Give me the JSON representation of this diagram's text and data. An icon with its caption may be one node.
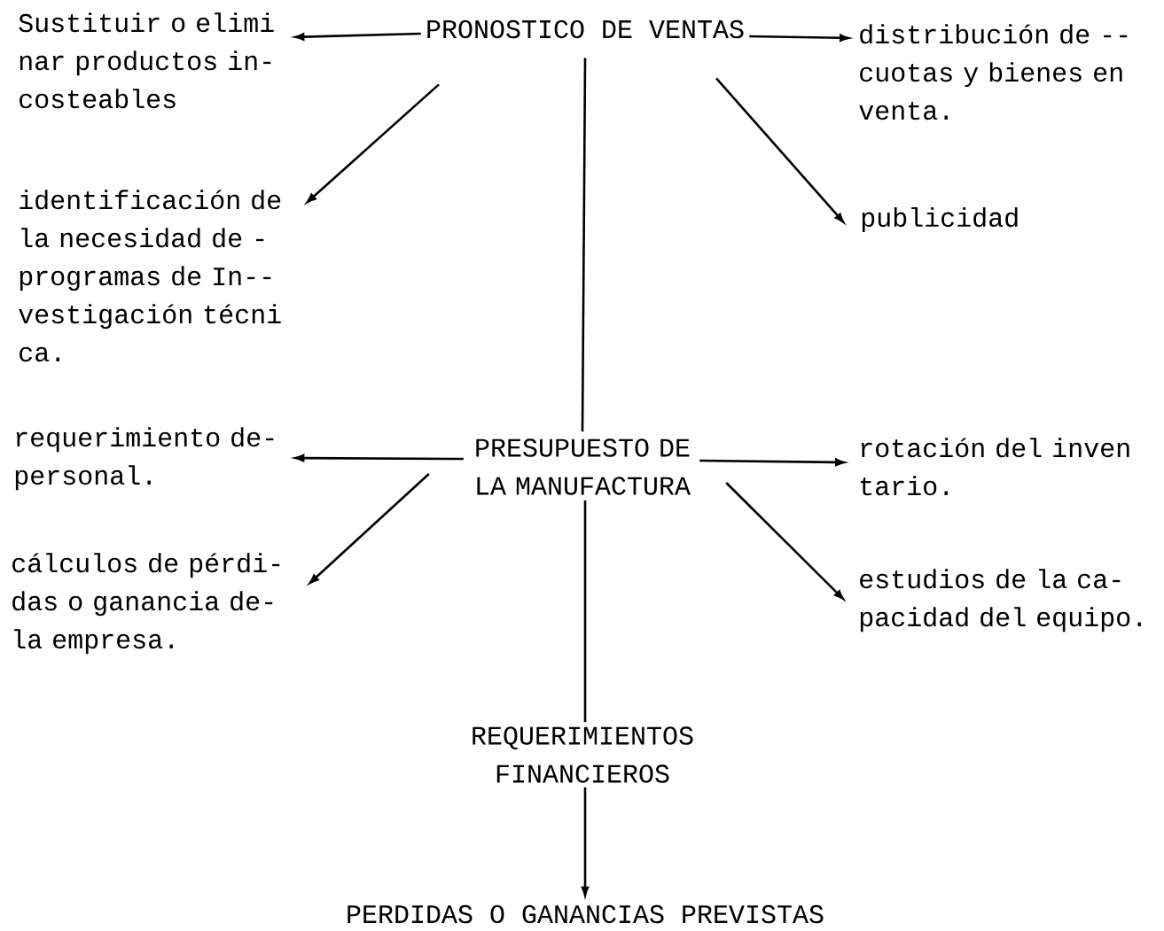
{
  "diagram": {
    "nodes": [
      {
        "text": [
          "PRONOSTICO DE VENTAS"
        ]
      },
      {
        "text": [
          "Sustituir o elimi nar productos in- costeables"
        ]
      },
      {
        "text": [
          "distribución de -- cuotas y bienes en venta."
        ]
      },
      {
        "text": [
          "identificación de la necesidad de - programas de In-- vestigación técni ca."
        ]
      },
      {
        "text": [
          "publicidad"
        ]
      },
      {
        "text": [
          "PRESUPUESTO DE LA MANUFACTURA"
        ]
      },
      {
        "text": [
          "requerimiento de- personal."
        ]
      },
      {
        "text": [
          "rotación del inven tario."
        ]
      },
      {
        "text": [
          "cálculos de pérdi- das o ganancia de- la empresa."
        ]
      },
      {
        "text": [
          "estudios de la ca- pacidad del equipo."
        ]
      },
      {
        "text": [
          "REQUERIMIENTOS FINANCIEROS"
        ]
      },
      {
        "text": [
          "PERDIDAS O GANANCIAS PREVISTAS"
        ]
      }
    ],
    "edges": [
      {
        "from": 0,
        "to": 1,
        "arrow": "to"
      },
      {
        "from": 0,
        "to": 2,
        "arrow": "to"
      },
      {
        "from": 0,
        "to": 3,
        "arrow": "to"
      },
      {
        "from": 0,
        "to": 4,
        "arrow": "to"
      },
      {
        "from": 0,
        "to": 5,
        "arrow": "none"
      },
      {
        "from": 5,
        "to": 6,
        "arrow": "to"
      },
      {
        "from": 5,
        "to": 7,
        "arrow": "to"
      },
      {
        "from": 5,
        "to": 8,
        "arrow": "to"
      },
      {
        "from": 5,
        "to": 9,
        "arrow": "to"
      },
      {
        "from": 5,
        "to": 10,
        "arrow": "none"
      },
      {
        "from": 10,
        "to": 11,
        "arrow": "to"
      }
    ]
  }
}
